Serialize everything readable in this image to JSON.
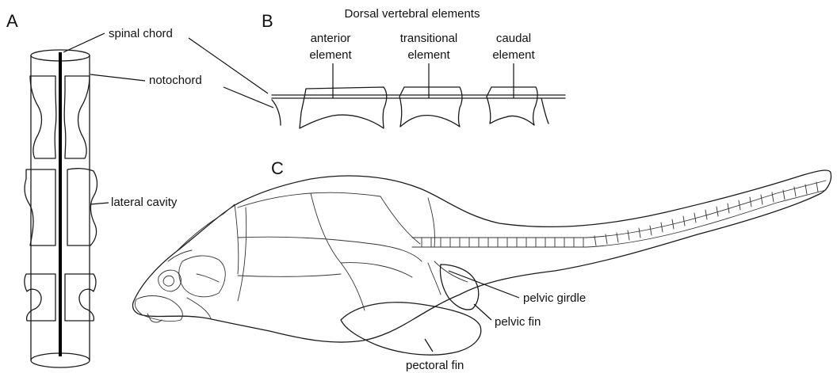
{
  "panels": {
    "a": "A",
    "b": "B",
    "c": "C"
  },
  "panel_a": {
    "spinal_chord": "spinal chord",
    "notochord": "notochord",
    "lateral_cavity": "lateral cavity"
  },
  "panel_b": {
    "title": "Dorsal vertebral elements",
    "anterior_line1": "anterior",
    "anterior_line2": "element",
    "transitional_line1": "transitional",
    "transitional_line2": "element",
    "caudal_line1": "caudal",
    "caudal_line2": "element"
  },
  "panel_c": {
    "pelvic_girdle": "pelvic girdle",
    "pelvic_fin": "pelvic fin",
    "pectoral_fin": "pectoral fin"
  }
}
